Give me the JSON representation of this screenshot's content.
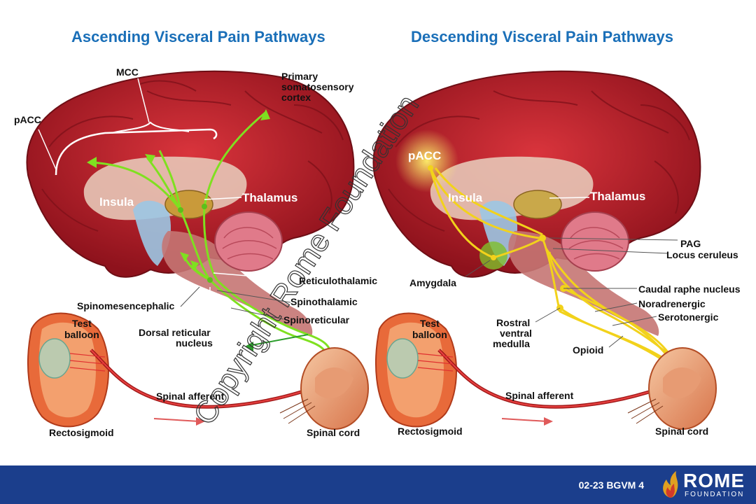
{
  "titles": {
    "left": "Ascending Visceral Pain Pathways",
    "right": "Descending Visceral Pain Pathways"
  },
  "left_labels": {
    "mcc": "MCC",
    "pacc": "pACC",
    "primary1": "Primary",
    "primary2": "somatosensory",
    "primary3": "cortex",
    "insula": "Insula",
    "thalamus": "Thalamus",
    "reticulothalamic": "Reticulothalamic",
    "spinothalamic": "Spinothalamic",
    "spinoreticular": "Spinoreticular",
    "spinomesencephalic": "Spinomesencephalic",
    "dorsal1": "Dorsal reticular",
    "dorsal2": "nucleus",
    "test1": "Test",
    "test2": "balloon",
    "spinal_afferent": "Spinal afferent",
    "rectosigmoid": "Rectosigmoid",
    "spinal_cord": "Spinal cord"
  },
  "right_labels": {
    "pacc": "pACC",
    "insula": "Insula",
    "thalamus": "Thalamus",
    "pag": "PAG",
    "locus": "Locus ceruleus",
    "amygdala": "Amygdala",
    "caudal": "Caudal raphe nucleus",
    "noradrenergic": "Noradrenergic",
    "serotonergic": "Serotonergic",
    "rostral1": "Rostral",
    "rostral2": "ventral",
    "rostral3": "medulla",
    "opioid": "Opioid",
    "test1": "Test",
    "test2": "balloon",
    "spinal_afferent": "Spinal afferent",
    "rectosigmoid": "Rectosigmoid",
    "spinal_cord": "Spinal cord"
  },
  "watermark": "Copyright Rome Foundation",
  "footer": {
    "code": "02-23   BGVM 4",
    "logo_word": "ROME",
    "logo_sub": "FOUNDATION"
  },
  "colors": {
    "title": "#1a6fb8",
    "brain": "#b3202a",
    "ascending": "#7fe020",
    "descending": "#f2d21b",
    "footer": "#1b3e8c"
  }
}
